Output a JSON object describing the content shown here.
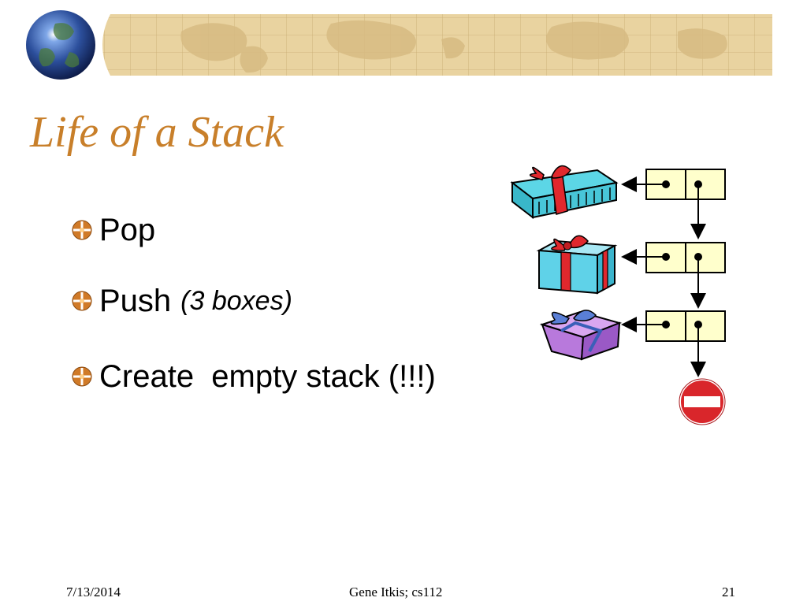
{
  "slide": {
    "title": "Life of a Stack",
    "bullets": [
      {
        "text": "Pop",
        "note": ""
      },
      {
        "text": "Push",
        "note": "(3 boxes)"
      },
      {
        "text": "Create  empty stack (!!!)",
        "note": ""
      }
    ]
  },
  "diagram": {
    "nodes": [
      {
        "item_icon": "gift-flat-box-icon"
      },
      {
        "item_icon": "gift-box-blue-icon"
      },
      {
        "item_icon": "gift-box-purple-icon"
      }
    ],
    "end_marker_icon": "no-entry-icon"
  },
  "footer": {
    "date": "7/13/2014",
    "author": "Gene Itkis; cs112",
    "page": "21"
  },
  "colors": {
    "title": "#c87f2a",
    "banner": "#e9d3a0",
    "node_fill": "#ffffcc",
    "stop_sign": "#d9262b"
  }
}
